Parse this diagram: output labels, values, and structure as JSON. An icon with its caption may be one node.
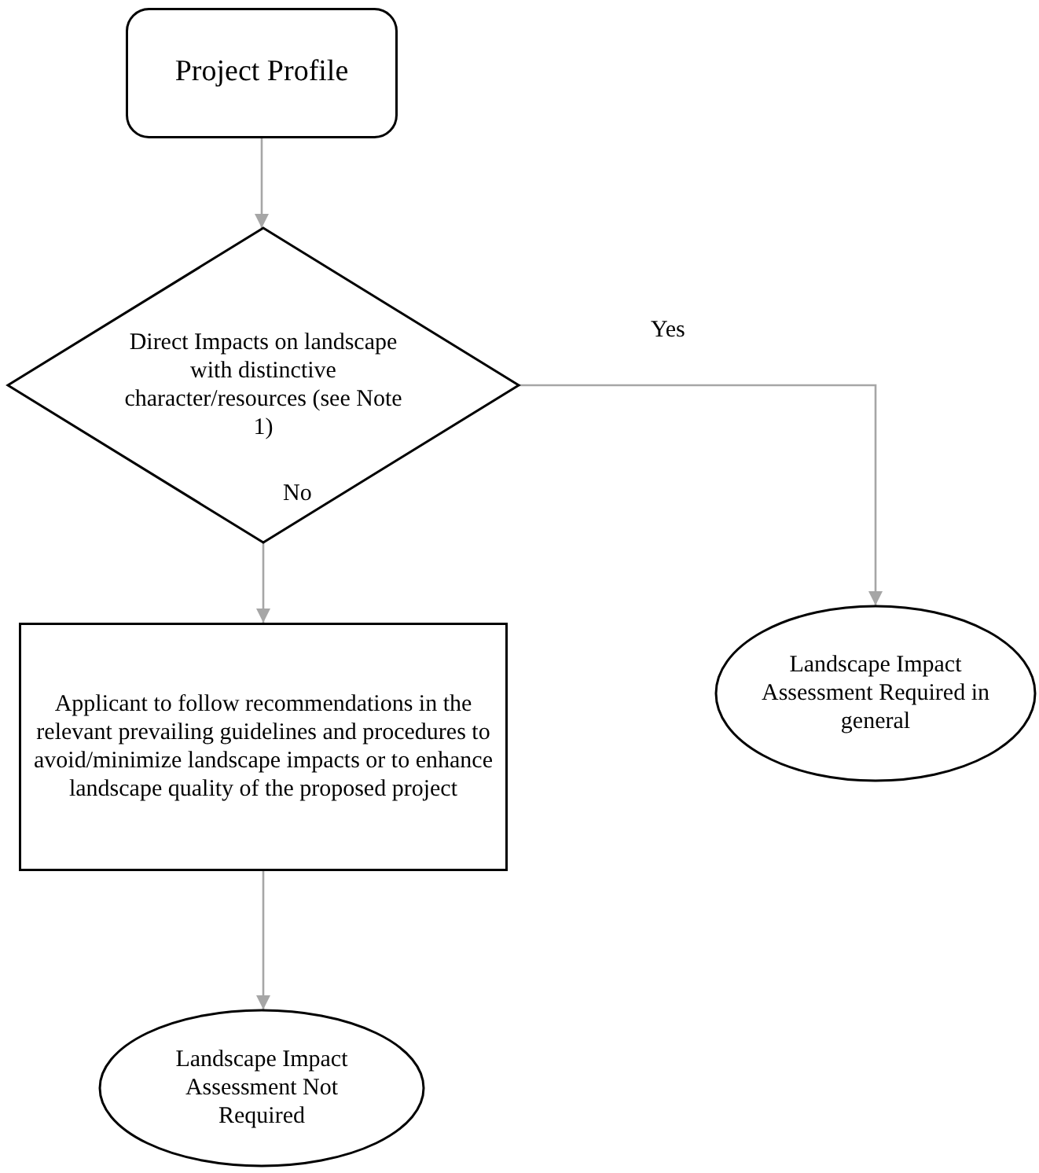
{
  "diagram": {
    "nodes": [
      {
        "text": [
          "Project Profile"
        ]
      },
      {
        "text": [
          "Direct Impacts on landscape with distinctive character/resources (see Note 1)"
        ]
      },
      {
        "text": [
          "Applicant to follow recommendations in the relevant prevailing guidelines and procedures to avoid/minimize landscape impacts or to enhance landscape quality of the proposed project"
        ]
      },
      {
        "text": [
          "Landscape Impact Assessment Required in general"
        ]
      },
      {
        "text": [
          "Landscape Impact Assessment Not Required"
        ]
      }
    ],
    "edges": [
      {
        "from": 0,
        "to": 1,
        "arrow": "to"
      },
      {
        "from": 1,
        "to": 3,
        "arrow": "to",
        "label": "Yes"
      },
      {
        "from": 1,
        "to": 2,
        "arrow": "to",
        "label": "No"
      },
      {
        "from": 2,
        "to": 4,
        "arrow": "to"
      }
    ]
  }
}
